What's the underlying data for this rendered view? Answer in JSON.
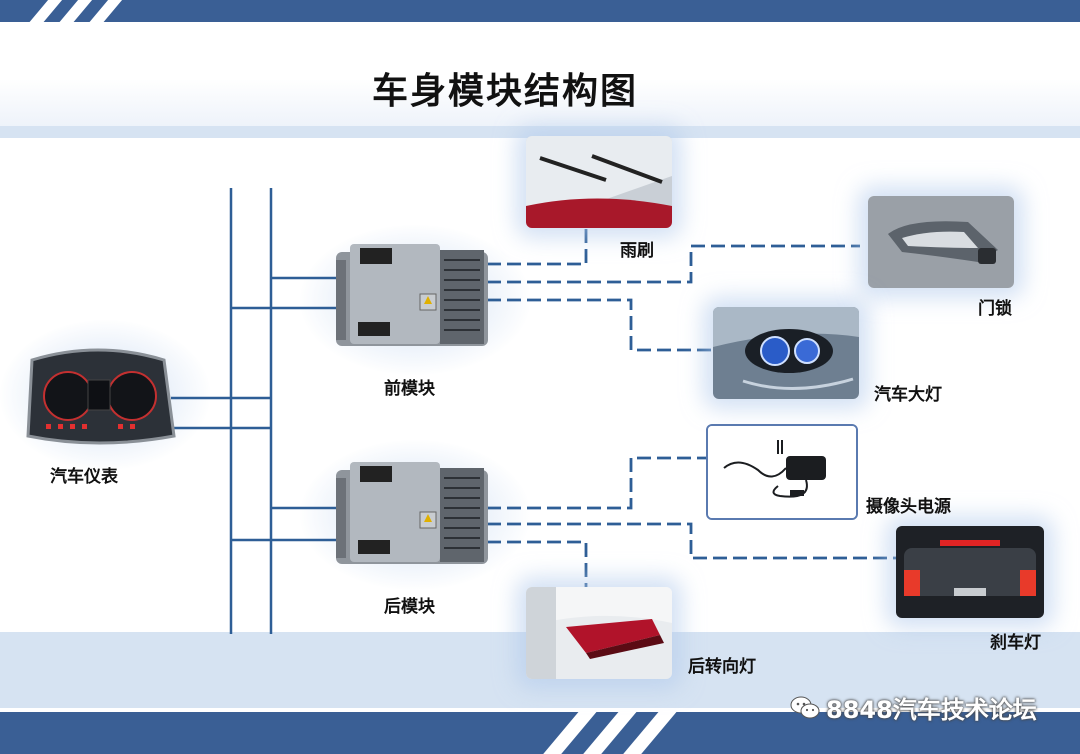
{
  "title": "车身模块结构图",
  "nodes": {
    "cluster": "汽车仪表",
    "front_module": "前模块",
    "rear_module": "后模块",
    "wiper": "雨刷",
    "door_lock": "门锁",
    "headlight": "汽车大灯",
    "camera_power": "摄像头电源",
    "brake_light": "刹车灯",
    "rear_turn_light": "后转向灯"
  },
  "watermark": "8848汽车技术论坛",
  "colors": {
    "band": "#3a5f95",
    "wire": "#2e5e96",
    "light_band": "#d6e3f2"
  }
}
